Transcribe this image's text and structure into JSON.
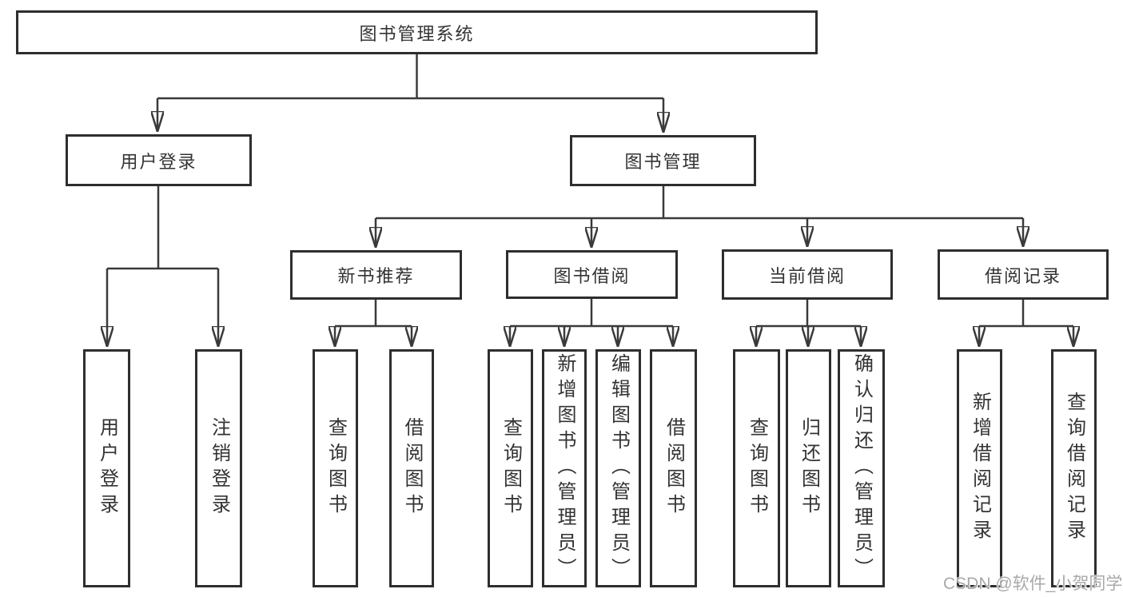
{
  "diagram": {
    "root": {
      "label": "图书管理系统"
    },
    "level2": [
      {
        "label": "用户登录"
      },
      {
        "label": "图书管理"
      }
    ],
    "level3": [
      {
        "label": "新书推荐"
      },
      {
        "label": "图书借阅"
      },
      {
        "label": "当前借阅"
      },
      {
        "label": "借阅记录"
      }
    ],
    "leaves": [
      {
        "label": "用户登录"
      },
      {
        "label": "注销登录"
      },
      {
        "label": "查询图书"
      },
      {
        "label": "借阅图书"
      },
      {
        "label": "查询图书"
      },
      {
        "label": "新增图书（管理员）"
      },
      {
        "label": "编辑图书（管理员）"
      },
      {
        "label": "借阅图书"
      },
      {
        "label": "查询图书"
      },
      {
        "label": "归还图书"
      },
      {
        "label": "确认归还（管理员）"
      },
      {
        "label": "新增借阅记录"
      },
      {
        "label": "查询借阅记录"
      }
    ]
  },
  "watermark": {
    "text": "CSDN @软件_小贺同学"
  },
  "colors": {
    "line": "#3a3a3a",
    "box_border": "#2e2e2e",
    "text": "#333333",
    "watermark": "#a9a9a9",
    "background": "#ffffff"
  }
}
